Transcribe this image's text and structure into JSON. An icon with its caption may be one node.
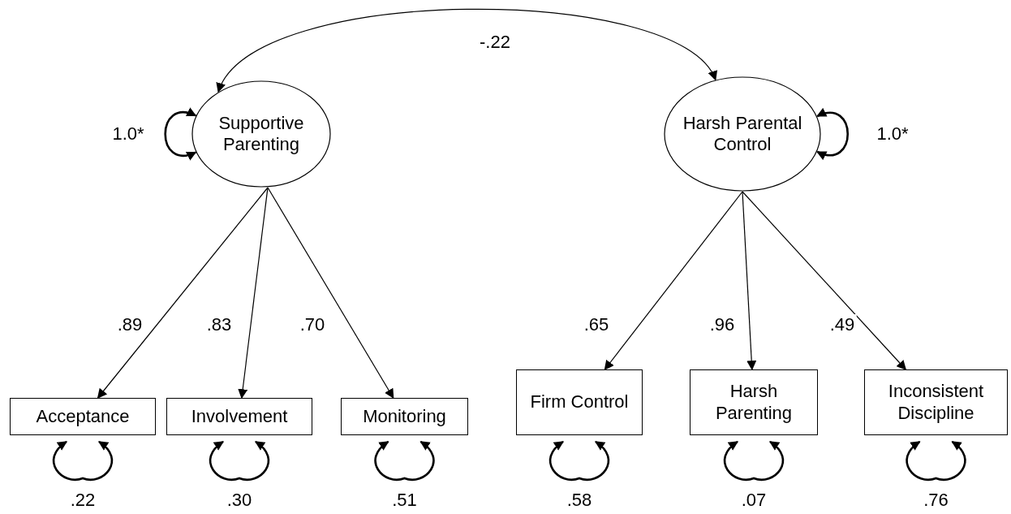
{
  "diagram": {
    "nodes": [
      {
        "text": [
          "Supportive Parenting"
        ]
      },
      {
        "text": [
          "Harsh Parental Control"
        ]
      },
      {
        "text": [
          "Acceptance"
        ]
      },
      {
        "text": [
          "Involvement"
        ]
      },
      {
        "text": [
          "Monitoring"
        ]
      },
      {
        "text": [
          "Firm Control"
        ]
      },
      {
        "text": [
          "Harsh Parenting"
        ]
      },
      {
        "text": [
          "Inconsistent Discipline"
        ]
      }
    ],
    "edges": [
      {
        "from": 0,
        "to": 1,
        "arrow": "both",
        "label": "-.22"
      },
      {
        "from": 0,
        "to": 0,
        "arrow": "both",
        "label": "1.0*"
      },
      {
        "from": 1,
        "to": 1,
        "arrow": "both",
        "label": "1.0*"
      },
      {
        "from": 0,
        "to": 2,
        "arrow": "to",
        "label": ".89"
      },
      {
        "from": 0,
        "to": 3,
        "arrow": "to",
        "label": ".83"
      },
      {
        "from": 0,
        "to": 4,
        "arrow": "to",
        "label": ".70"
      },
      {
        "from": 1,
        "to": 5,
        "arrow": "to",
        "label": ".65"
      },
      {
        "from": 1,
        "to": 6,
        "arrow": "to",
        "label": ".96"
      },
      {
        "from": 1,
        "to": 7,
        "arrow": "to",
        "label": ".49"
      },
      {
        "from": 2,
        "to": 2,
        "arrow": "both",
        "label": ".22"
      },
      {
        "from": 3,
        "to": 3,
        "arrow": "both",
        "label": ".30"
      },
      {
        "from": 4,
        "to": 4,
        "arrow": "both",
        "label": ".51"
      },
      {
        "from": 5,
        "to": 5,
        "arrow": "both",
        "label": ".58"
      },
      {
        "from": 6,
        "to": 6,
        "arrow": "both",
        "label": ".07"
      },
      {
        "from": 7,
        "to": 7,
        "arrow": "both",
        "label": ".76"
      }
    ]
  }
}
